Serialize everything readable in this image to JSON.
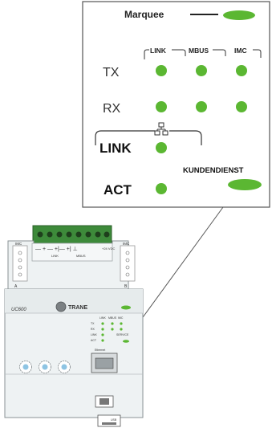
{
  "callout": {
    "marquee_label": "Marquee",
    "link_header": "LINK",
    "mbus_header": "MBUS",
    "imc_header": "IMC",
    "tx_label": "TX",
    "rx_label": "RX",
    "link_label": "LINK",
    "act_label": "ACT",
    "kundendienst_label": "KUNDENDIENST",
    "led_color": "#5bb732",
    "network_icon": "network-icon"
  },
  "device": {
    "brand": "TRANE",
    "model": "UC600",
    "top_left_connector": "IMC",
    "top_right_connector": "IMC",
    "terminal_labels": [
      "LINK",
      "MBUS",
      "+24 VDC"
    ],
    "side_label_left": "A",
    "side_label_right": "B",
    "panel_headers": [
      "LINK",
      "MBUS",
      "IMC"
    ],
    "panel_rows": [
      "TX",
      "RX",
      "LINK",
      "ACT"
    ],
    "service_label": "SERVICE",
    "ethernet_label": "Ethernet",
    "usb_label": "USB"
  }
}
